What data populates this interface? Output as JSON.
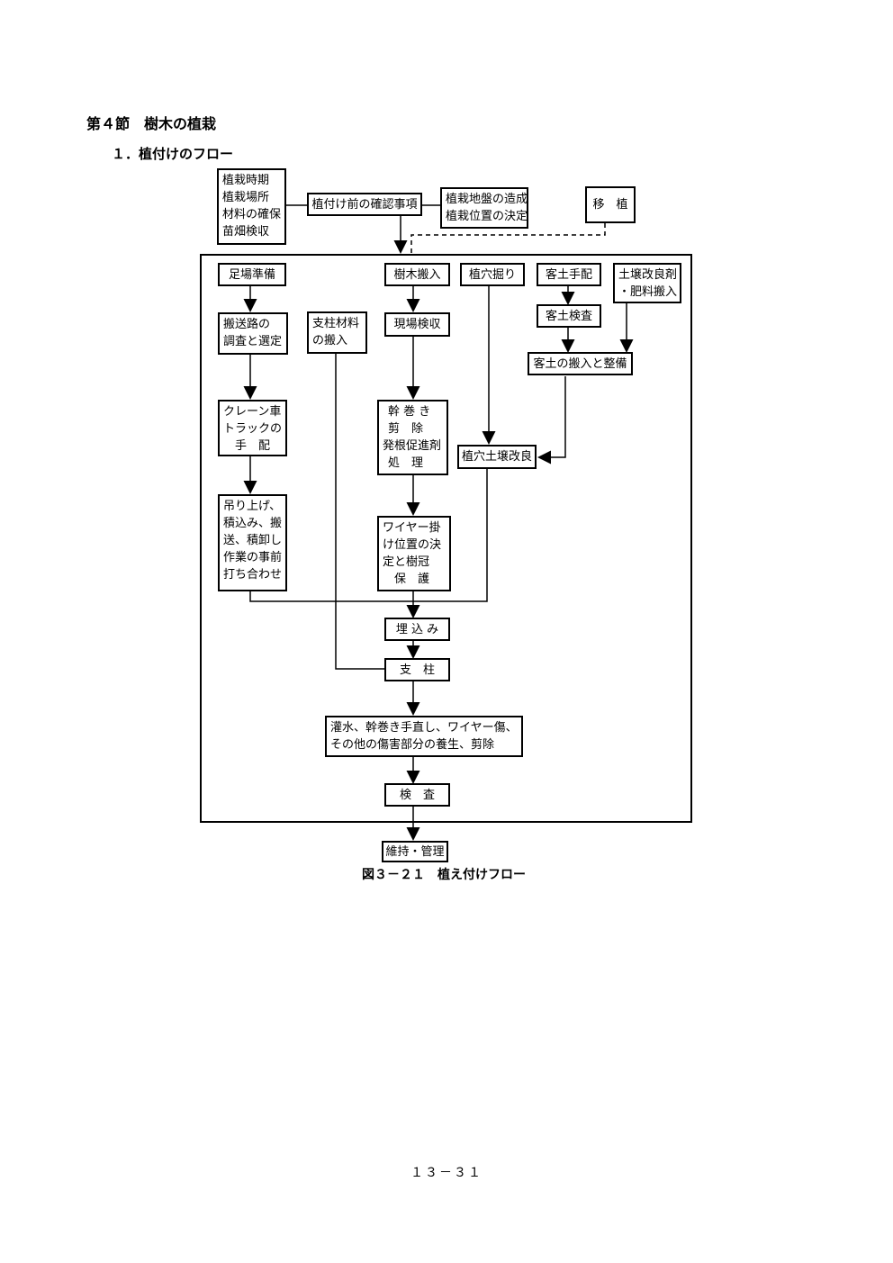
{
  "section_title": "第４節　樹木の植栽",
  "sub_title": "１．植付けのフロー",
  "boxes": {
    "top_left": [
      "植栽時期",
      "植栽場所",
      "材料の確保",
      "苗畑検収"
    ],
    "pre_check": "植付け前の確認事項",
    "ground": [
      "植栽地盤の造成",
      "植栽位置の決定"
    ],
    "transplant": "移　植",
    "scaffold": "足場準備",
    "tree_delivery": "樹木搬入",
    "hole_dig": "植穴掘り",
    "soil_arrange": "客土手配",
    "amend": [
      "土壌改良剤",
      "・肥料搬入"
    ],
    "route": [
      "搬送路の",
      "調査と選定"
    ],
    "support_mat": [
      "支柱材料",
      "の搬入"
    ],
    "site_check": "現場検収",
    "soil_check": "客土検査",
    "soil_in": "客土の搬入と整備",
    "crane": [
      "クレーン車",
      "トラックの",
      "手　配"
    ],
    "trunk": [
      "幹 巻 き",
      "剪　除",
      "発根促進剤",
      "処　理"
    ],
    "hole_improve": "植穴土壌改良",
    "lift": [
      "吊り上げ、",
      "積込み、搬",
      "送、積卸し",
      "作業の事前",
      "打ち合わせ"
    ],
    "wire": [
      "ワイヤー掛",
      "け位置の決",
      "定と樹冠",
      "　保　護"
    ],
    "bury": "埋 込 み",
    "support": "支　柱",
    "water": [
      "灌水、幹巻き手直し、ワイヤー傷、",
      "その他の傷害部分の養生、剪除"
    ],
    "inspect": "検　査",
    "maintain": "維持・管理"
  },
  "caption": "図３－２１　植え付けフロー",
  "page_number": "１３－３１"
}
